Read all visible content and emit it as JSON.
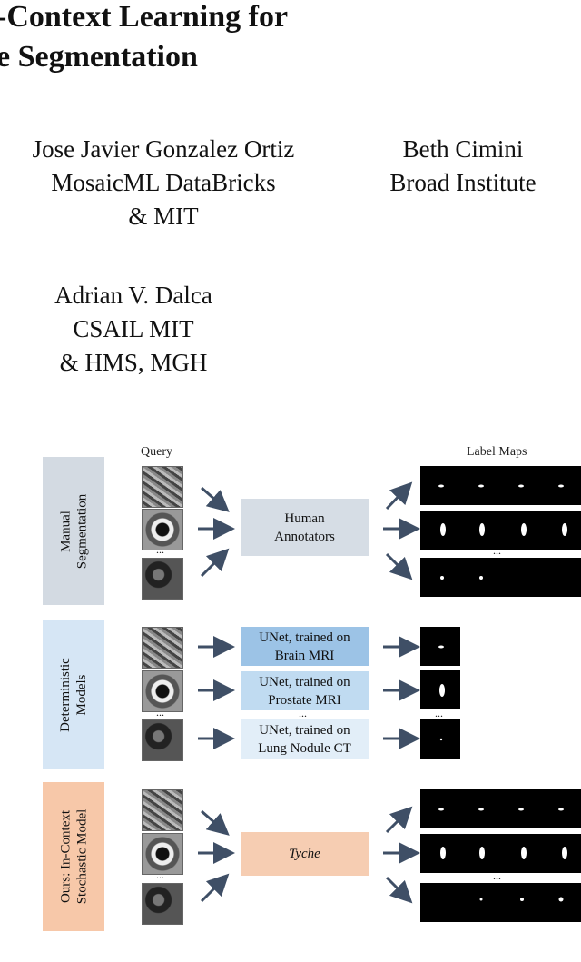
{
  "title": {
    "line1": "-Context Learning for",
    "line2": "e Segmentation"
  },
  "authors": [
    {
      "name": "Jose Javier Gonzalez Ortiz",
      "aff1": "MosaicML DataBricks",
      "aff2": "& MIT"
    },
    {
      "name": "Beth Cimini",
      "aff1": "Broad Institute"
    },
    {
      "name": "Adrian V. Dalca",
      "aff1": "CSAIL MIT",
      "aff2": "& HMS, MGH"
    }
  ],
  "figure": {
    "query_label": "Query",
    "label_maps_label": "Label Maps",
    "ellipsis": "...",
    "rows": [
      {
        "panel": [
          "Manual",
          "Segmentation"
        ],
        "box": [
          "Human",
          "Annotators"
        ],
        "color": "#d6dde5"
      },
      {
        "panel": [
          "Deterministic",
          "Models"
        ],
        "boxes": [
          [
            "UNet, trained on",
            "Brain MRI"
          ],
          [
            "UNet, trained on",
            "Prostate MRI"
          ],
          [
            "UNet, trained on",
            "Lung Nodule CT"
          ]
        ],
        "color": "#d8e8f6"
      },
      {
        "panel": [
          "Ours: In-Context",
          "Stochastic Model"
        ],
        "box": [
          "Tyche"
        ],
        "color": "#f6cfb6"
      }
    ],
    "colors": {
      "manual_panel": "#d3dae2",
      "manual_box": "#d6dde5",
      "det_panel": "#d6e6f5",
      "det_box1": "#9cc3e6",
      "det_box2": "#c0dbf1",
      "det_box3": "#e2eef8",
      "ours_panel": "#f7c8a9",
      "ours_box": "#f6cdb2",
      "arrow": "#3f4f66"
    }
  }
}
